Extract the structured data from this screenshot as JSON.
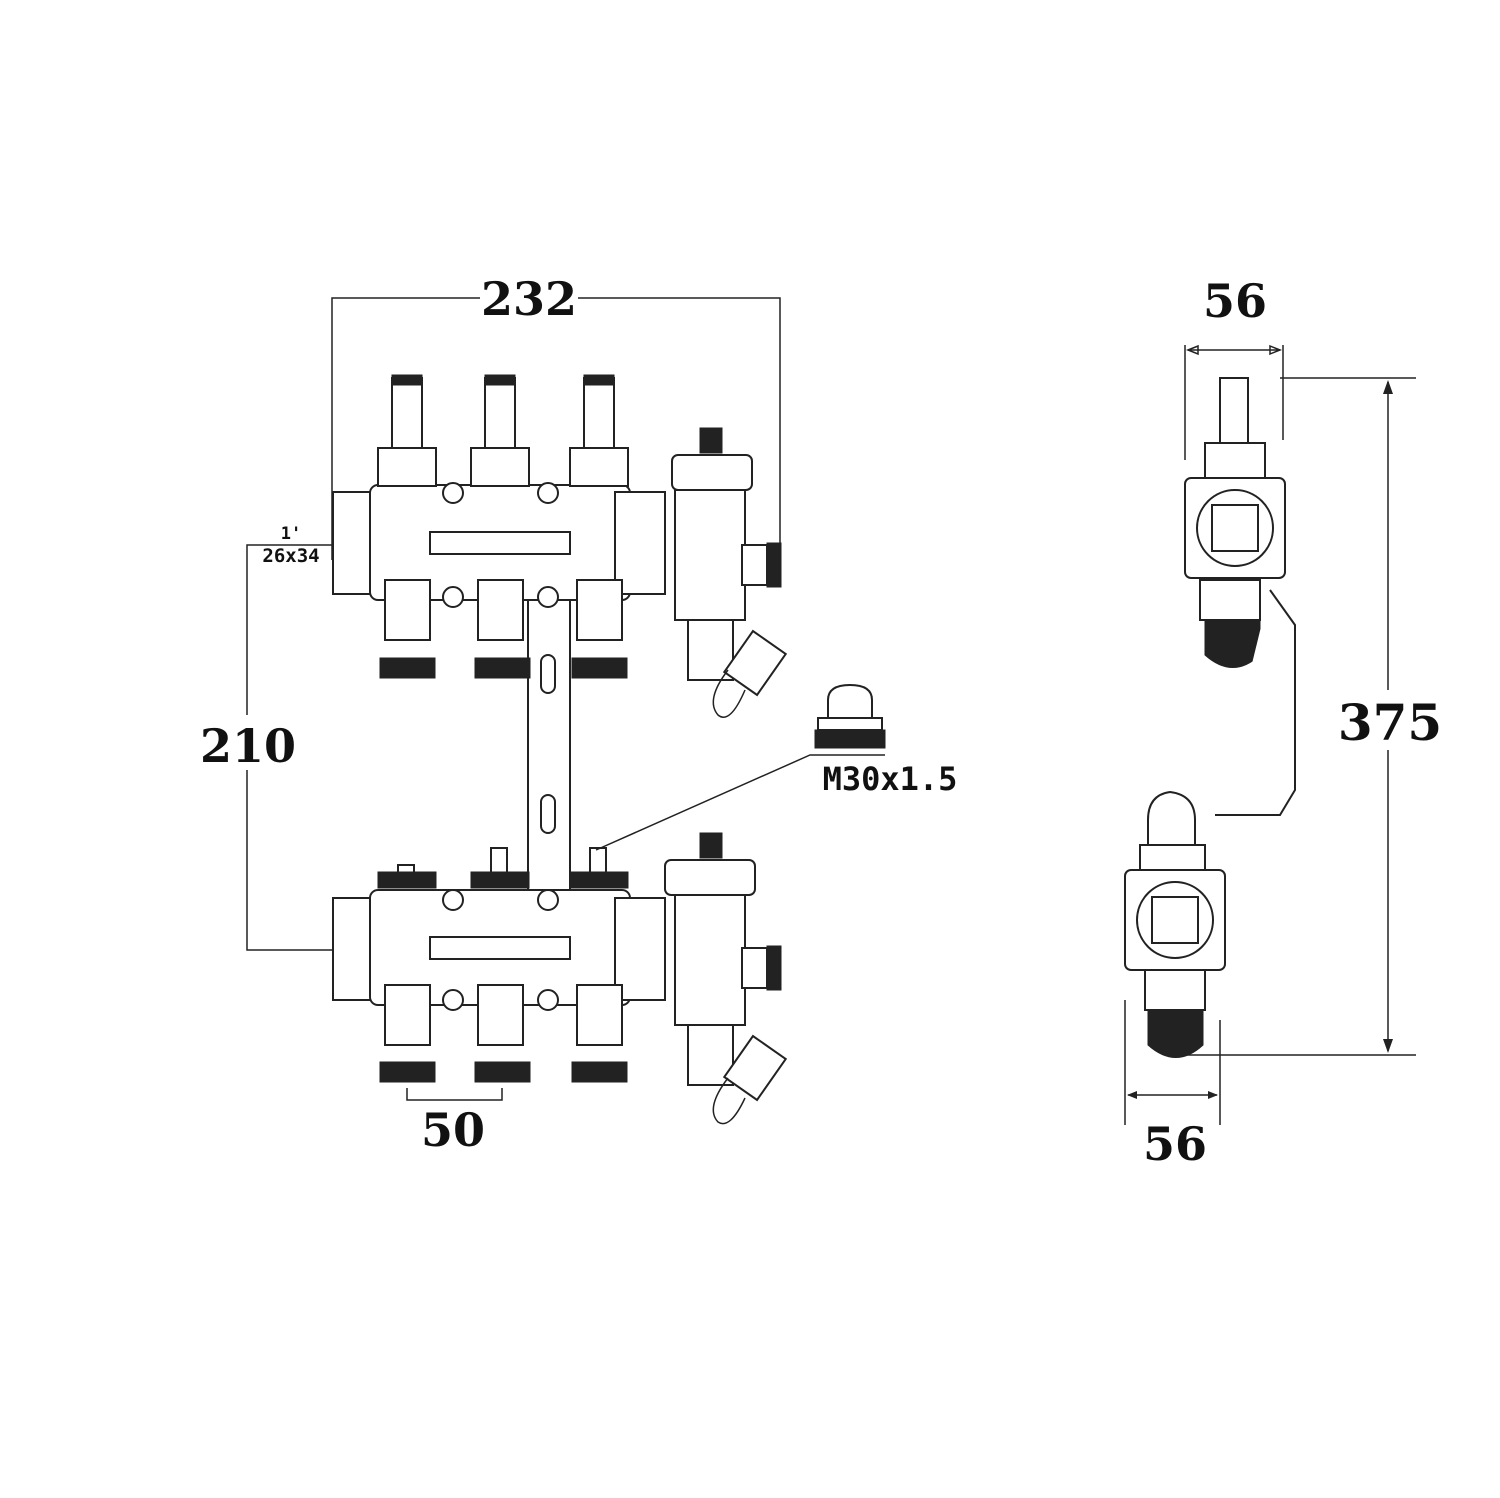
{
  "front_view": {
    "width_label": "232",
    "height_label": "210",
    "pitch_label": "50",
    "inlet_size_label": "1'",
    "inlet_thread_label": "26x34",
    "actuator_thread_label": "M30x1.5",
    "outlets": 3
  },
  "side_view": {
    "top_depth_label": "56",
    "height_label": "375",
    "bottom_depth_label": "56"
  }
}
